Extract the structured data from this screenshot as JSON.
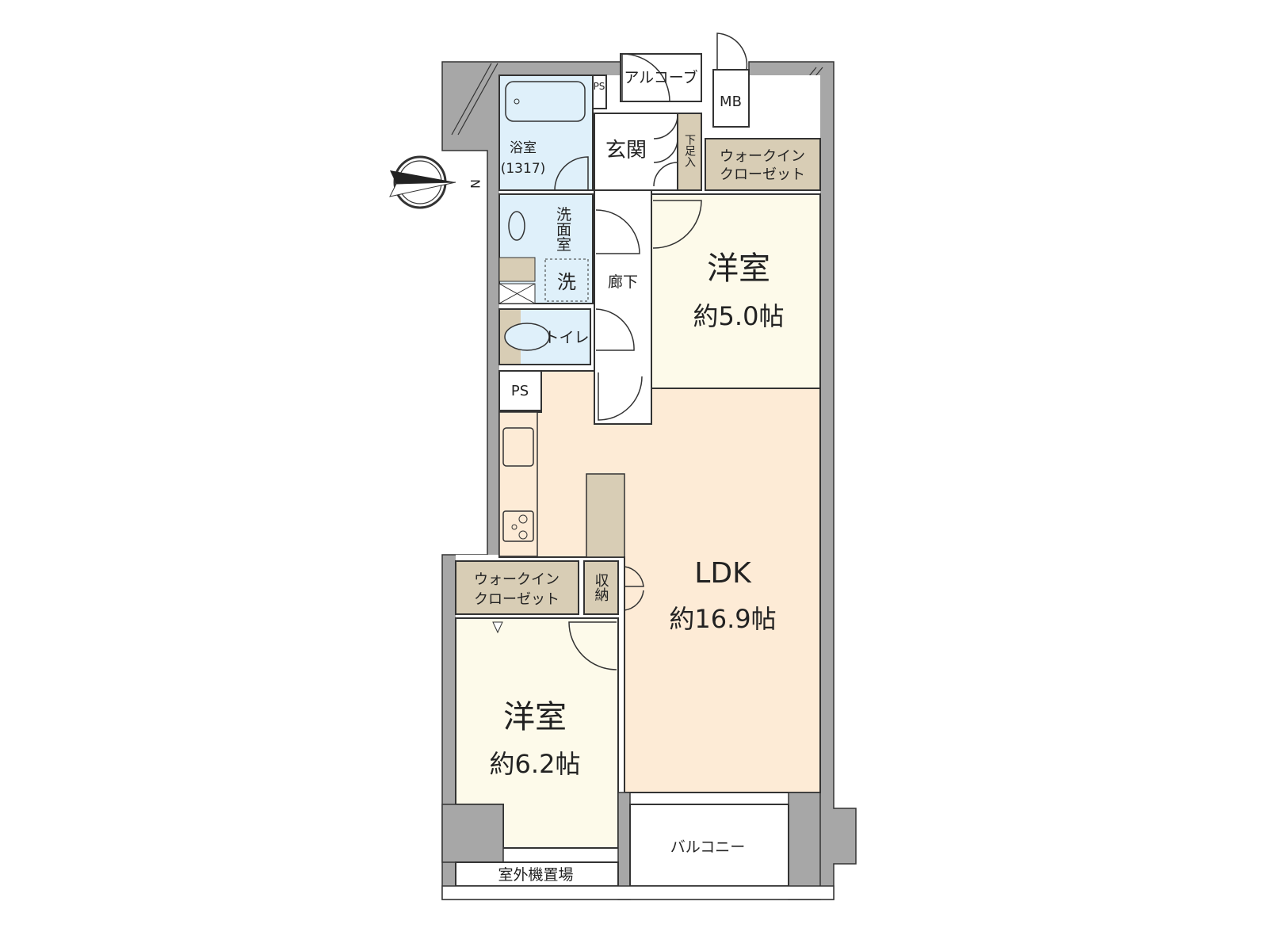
{
  "colors": {
    "wall": "#a7a7a7",
    "wet_area": "#dff0fa",
    "storage": "#d8cdb5",
    "bedroom": "#fdfaea",
    "ldk": "#fdebd6",
    "outdoor": "#ffffff"
  },
  "compass": {
    "north_label": "N",
    "icon": "compass-north-arrow-icon"
  },
  "rooms": {
    "alcove": "アルコーブ",
    "mb": "MB",
    "ps_top": "PS",
    "bath": {
      "name": "浴室",
      "size": "(1317)"
    },
    "entrance": "玄関",
    "shoe_storage": "下足入",
    "wic_top": {
      "line1": "ウォークイン",
      "line2": "クローゼット"
    },
    "washroom": "洗面室",
    "washer": "洗",
    "corridor": "廊下",
    "toilet": "トイレ",
    "ps": "PS",
    "bedroom1": {
      "name": "洋室",
      "size": "約5.0帖"
    },
    "ldk": {
      "name": "LDK",
      "size": "約16.9帖"
    },
    "wic_bottom": {
      "line1": "ウォークイン",
      "line2": "クローゼット"
    },
    "storage": "収納",
    "bedroom2": {
      "name": "洋室",
      "size": "約6.2帖"
    },
    "balcony": "バルコニー",
    "ac_unit_space": "室外機置場"
  }
}
